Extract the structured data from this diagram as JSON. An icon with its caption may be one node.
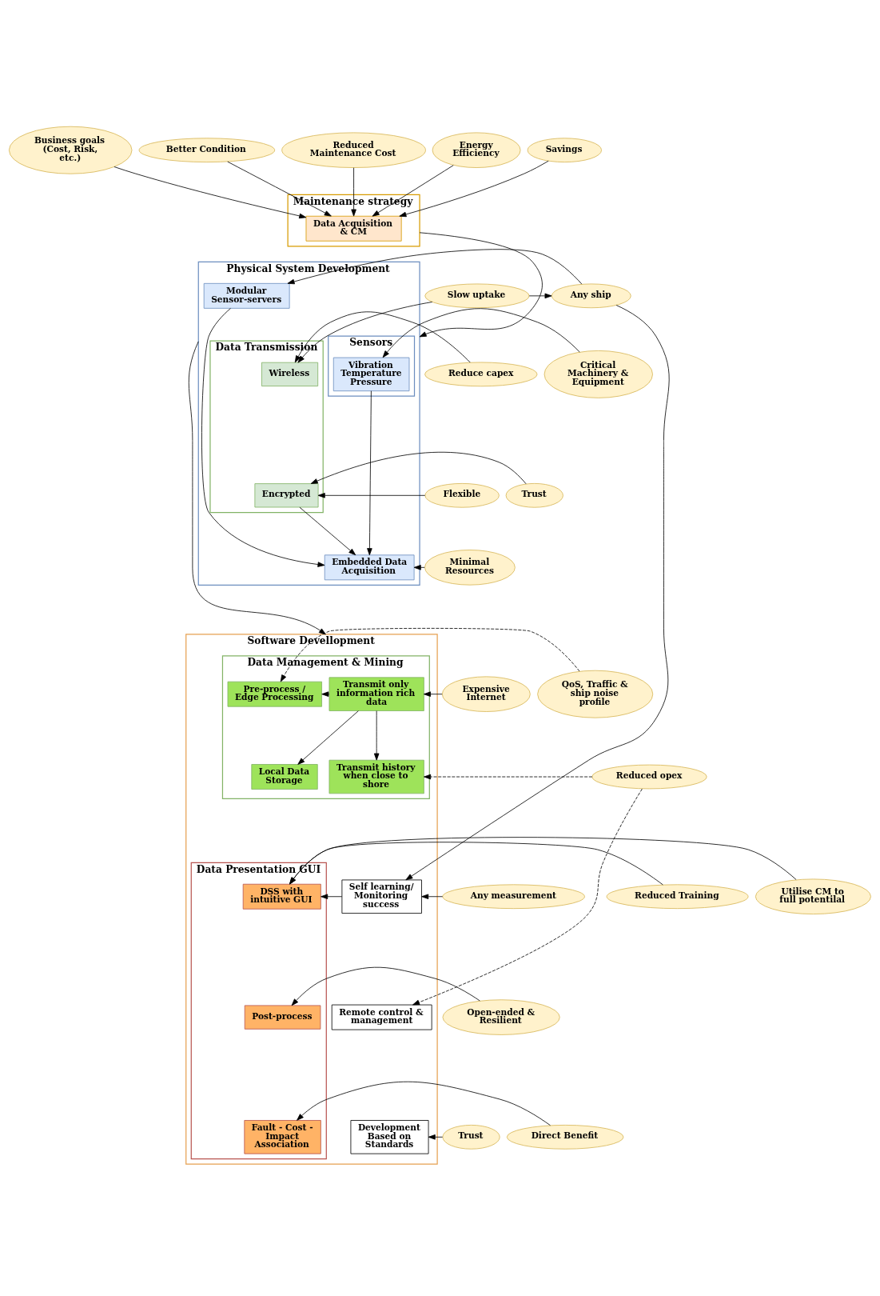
{
  "diagram": {
    "nodes": [
      {
        "text": [
          "Business goals (Cost, Risk, etc.)"
        ]
      },
      {
        "text": [
          "Better Condition"
        ]
      },
      {
        "text": [
          "Reduced Maintenance Cost"
        ]
      },
      {
        "text": [
          "Energy Efficiency"
        ]
      },
      {
        "text": [
          "Savings"
        ]
      },
      {
        "text": [
          "Maintenance strategy"
        ]
      },
      {
        "text": [
          "Data Acquisition & CM"
        ],
        "in": 5
      },
      {
        "text": [
          "Reduce capex"
        ]
      },
      {
        "text": [
          "Slow uptake"
        ]
      },
      {
        "text": [
          "Critical Machinery & Equipment"
        ]
      },
      {
        "text": [
          "Physical System Development"
        ]
      },
      {
        "text": [
          "Sensors"
        ],
        "in": 10
      },
      {
        "text": [
          "Vibration Temperature Pressure"
        ],
        "in": 11
      },
      {
        "text": [
          "Data Transmission"
        ],
        "in": 10
      },
      {
        "text": [
          "Wireless"
        ],
        "in": 13
      },
      {
        "text": [
          "Encrypted"
        ],
        "in": 13
      },
      {
        "text": [
          "Trust"
        ]
      },
      {
        "text": [
          "Flexible"
        ]
      },
      {
        "text": [
          "Minimal Resources"
        ]
      },
      {
        "text": [
          "Embedded Data Acquisition"
        ],
        "in": 10
      },
      {
        "text": [
          "Modular Sensor-servers"
        ],
        "in": 10
      },
      {
        "text": [
          "Any ship"
        ]
      },
      {
        "text": [
          "Software Devellopment"
        ]
      },
      {
        "text": [
          "Any measurement"
        ]
      },
      {
        "text": [
          "Data Management & Mining"
        ],
        "in": 22
      },
      {
        "text": [
          "Expensive Internet"
        ]
      },
      {
        "text": [
          "Transmit only information rich data"
        ],
        "in": 24
      },
      {
        "text": [
          "Pre-process / Edge Processing"
        ],
        "in": 24
      },
      {
        "text": [
          "QoS, Traffic & ship noise profile"
        ]
      },
      {
        "text": [
          "Local Data Storage"
        ],
        "in": 24
      },
      {
        "text": [
          "Transmit history when close to shore"
        ],
        "in": 24
      },
      {
        "text": [
          "Reduced Training"
        ]
      },
      {
        "text": [
          "Reduced opex"
        ]
      },
      {
        "text": [
          "Utilise CM to full potentilal"
        ]
      },
      {
        "text": [
          "Data Presentation GUI"
        ],
        "in": 22
      },
      {
        "text": [
          "Self learning/ Monitoring success"
        ],
        "in": 22
      },
      {
        "text": [
          "DSS with intuitive GUI"
        ],
        "in": 34
      },
      {
        "text": [
          "Open-ended & Resilient"
        ]
      },
      {
        "text": [
          "Post-process"
        ],
        "in": 34
      },
      {
        "text": [
          "Remote control & management"
        ],
        "in": 22
      },
      {
        "text": [
          "Development Based on Standards"
        ],
        "in": 22
      },
      {
        "text": [
          "Trust"
        ]
      },
      {
        "text": [
          "Direct Benefit"
        ]
      },
      {
        "text": [
          "Fault - Cost - Impact Association"
        ],
        "in": 34
      }
    ],
    "edges": [
      {
        "from": 0,
        "to": 6,
        "arrow": "to"
      },
      {
        "from": 1,
        "to": 6,
        "arrow": "to"
      },
      {
        "from": 2,
        "to": 6,
        "arrow": "to"
      },
      {
        "from": 3,
        "to": 6,
        "arrow": "to"
      },
      {
        "from": 4,
        "to": 6,
        "arrow": "to"
      },
      {
        "from": 5,
        "to": 10,
        "arrow": "to"
      },
      {
        "from": 7,
        "to": 14,
        "arrow": "to"
      },
      {
        "from": 8,
        "to": 14,
        "arrow": "to"
      },
      {
        "from": 8,
        "to": 21,
        "arrow": "to"
      },
      {
        "from": 16,
        "to": 15,
        "arrow": "to"
      },
      {
        "from": 17,
        "to": 15,
        "arrow": "to"
      },
      {
        "from": 9,
        "to": 12,
        "arrow": "to"
      },
      {
        "from": 12,
        "to": 19,
        "arrow": "to"
      },
      {
        "from": 15,
        "to": 19,
        "arrow": "to"
      },
      {
        "from": 18,
        "to": 19,
        "arrow": "to"
      },
      {
        "from": 20,
        "to": 19,
        "arrow": "to"
      },
      {
        "from": 21,
        "to": 20,
        "arrow": "to"
      },
      {
        "from": 10,
        "to": 22,
        "arrow": "to"
      },
      {
        "from": 21,
        "to": 35,
        "arrow": "to"
      },
      {
        "from": 23,
        "to": 35,
        "arrow": "to"
      },
      {
        "from": 25,
        "to": 26,
        "arrow": "to"
      },
      {
        "from": 26,
        "to": 27,
        "arrow": "to"
      },
      {
        "from": 26,
        "to": 29,
        "arrow": "to"
      },
      {
        "from": 26,
        "to": 30,
        "arrow": "to"
      },
      {
        "from": 28,
        "to": 27,
        "arrow": "to",
        "style": "dashed"
      },
      {
        "from": 32,
        "to": 30,
        "arrow": "to",
        "style": "dashed"
      },
      {
        "from": 32,
        "to": 39,
        "arrow": "to",
        "style": "dashed"
      },
      {
        "from": 31,
        "to": 36,
        "arrow": "to"
      },
      {
        "from": 33,
        "to": 36,
        "arrow": "to"
      },
      {
        "from": 35,
        "to": 36,
        "arrow": "to"
      },
      {
        "from": 37,
        "to": 38,
        "arrow": "to"
      },
      {
        "from": 42,
        "to": 43,
        "arrow": "to"
      },
      {
        "from": 41,
        "to": 40,
        "arrow": "to"
      }
    ]
  }
}
